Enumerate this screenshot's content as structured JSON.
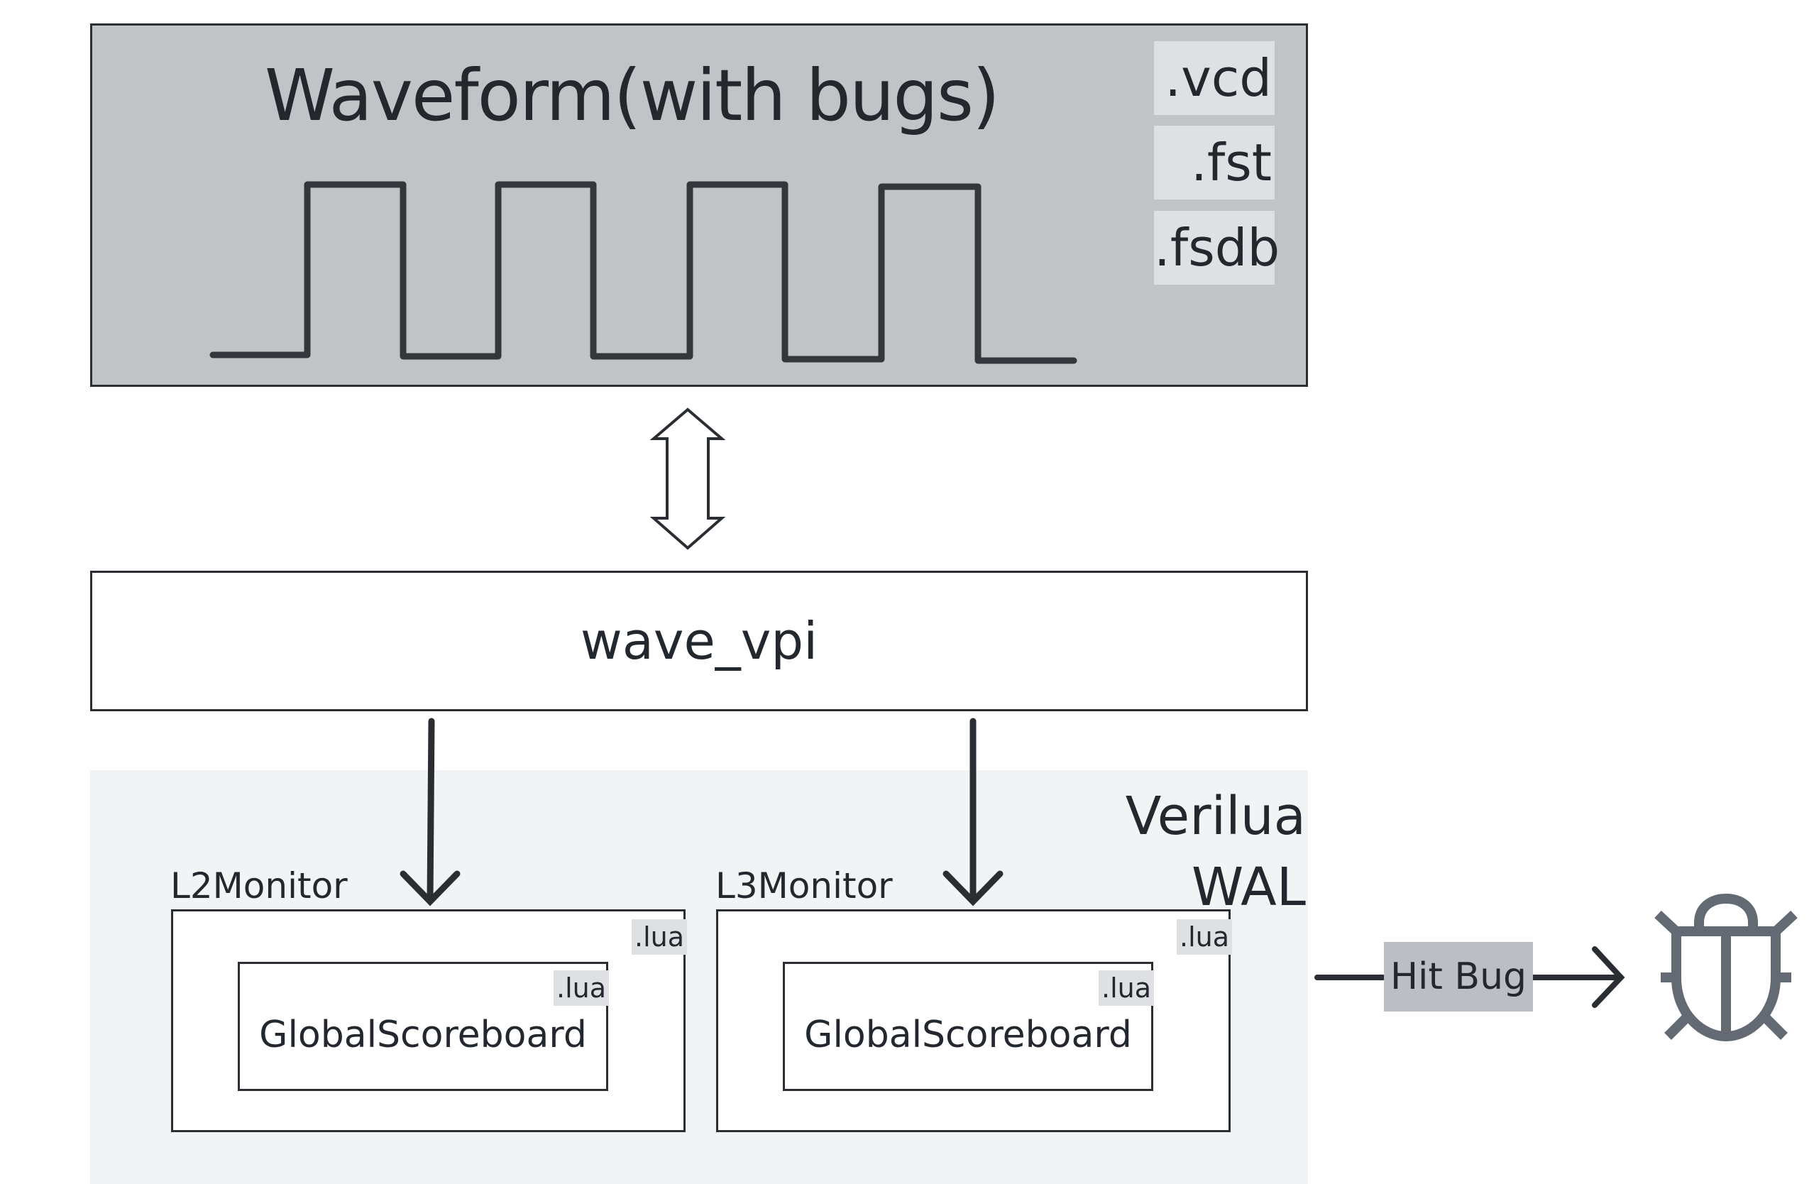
{
  "waveform": {
    "title": "Waveform(with bugs)",
    "formats": [
      ".vcd",
      ".fst",
      ".fsdb"
    ]
  },
  "connector": {
    "icon": "double-arrow-icon"
  },
  "wave_vpi": {
    "label": "wave_vpi"
  },
  "verilua_wal": {
    "label": "Verilua WAL",
    "monitors": [
      {
        "name": "L2Monitor",
        "file_tag": ".lua",
        "child": {
          "name": "GlobalScoreboard",
          "file_tag": ".lua"
        }
      },
      {
        "name": "L3Monitor",
        "file_tag": ".lua",
        "child": {
          "name": "GlobalScoreboard",
          "file_tag": ".lua"
        }
      }
    ]
  },
  "result": {
    "edge_label": "Hit Bug",
    "icon": "bug-icon"
  },
  "colors": {
    "stroke": "#2a2e33",
    "waveform_bg": "#c1c4c7",
    "tag_bg": "#dee0e3",
    "wal_bg": "#f2f3f5",
    "hit_bug_bg": "#bbbec2",
    "bug_icon": "#646a73"
  }
}
